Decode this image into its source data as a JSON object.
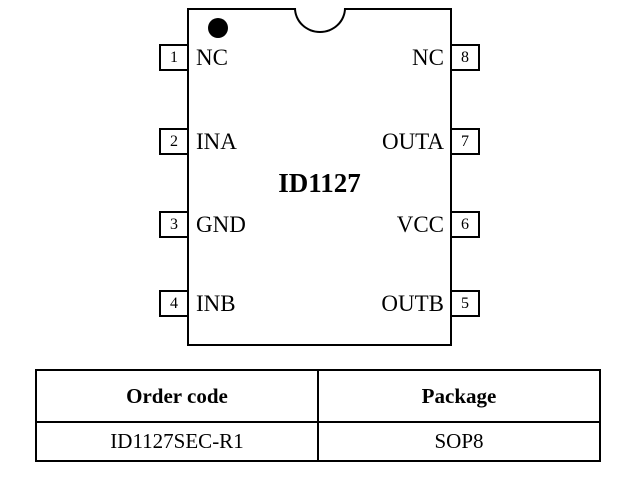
{
  "chip": {
    "name": "ID1127",
    "left_pins": [
      {
        "number": "1",
        "label": "NC"
      },
      {
        "number": "2",
        "label": "INA"
      },
      {
        "number": "3",
        "label": "GND"
      },
      {
        "number": "4",
        "label": "INB"
      }
    ],
    "right_pins": [
      {
        "number": "8",
        "label": "NC"
      },
      {
        "number": "7",
        "label": "OUTA"
      },
      {
        "number": "6",
        "label": "VCC"
      },
      {
        "number": "5",
        "label": "OUTB"
      }
    ]
  },
  "table": {
    "headers": [
      "Order code",
      "Package"
    ],
    "rows": [
      [
        "ID1127SEC-R1",
        "SOP8"
      ]
    ]
  },
  "colors": {
    "line": "#000000",
    "background": "#ffffff"
  }
}
